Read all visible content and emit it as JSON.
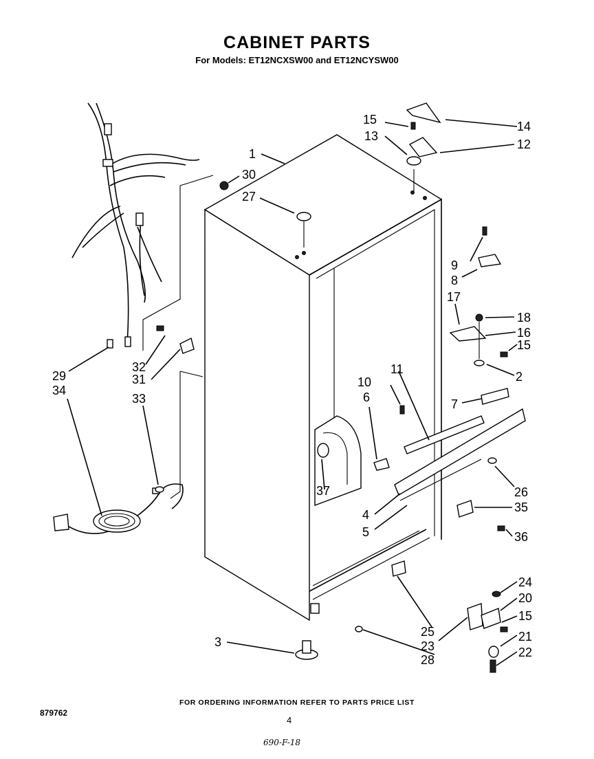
{
  "title": "CABINET PARTS",
  "subtitle": "For Models: ET12NCXSW00 and ET12NCYSW00",
  "footer_note": "FOR ORDERING INFORMATION REFER TO PARTS PRICE LIST",
  "drawing_number": "879762",
  "page_number": "4",
  "handwritten_note": "690-F-18",
  "callouts": {
    "c1": "1",
    "c2": "2",
    "c3": "3",
    "c4": "4",
    "c5": "5",
    "c6": "6",
    "c7": "7",
    "c8": "8",
    "c9": "9",
    "c10": "10",
    "c11": "11",
    "c12": "12",
    "c13": "13",
    "c14": "14",
    "c15a": "15",
    "c15b": "15",
    "c15c": "15",
    "c16": "16",
    "c17": "17",
    "c18": "18",
    "c20": "20",
    "c21": "21",
    "c22": "22",
    "c23": "23",
    "c24": "24",
    "c25": "25",
    "c26": "26",
    "c27": "27",
    "c28": "28",
    "c29": "29",
    "c30": "30",
    "c31": "31",
    "c32": "32",
    "c33": "33",
    "c34": "34",
    "c35": "35",
    "c36": "36",
    "c37": "37"
  }
}
